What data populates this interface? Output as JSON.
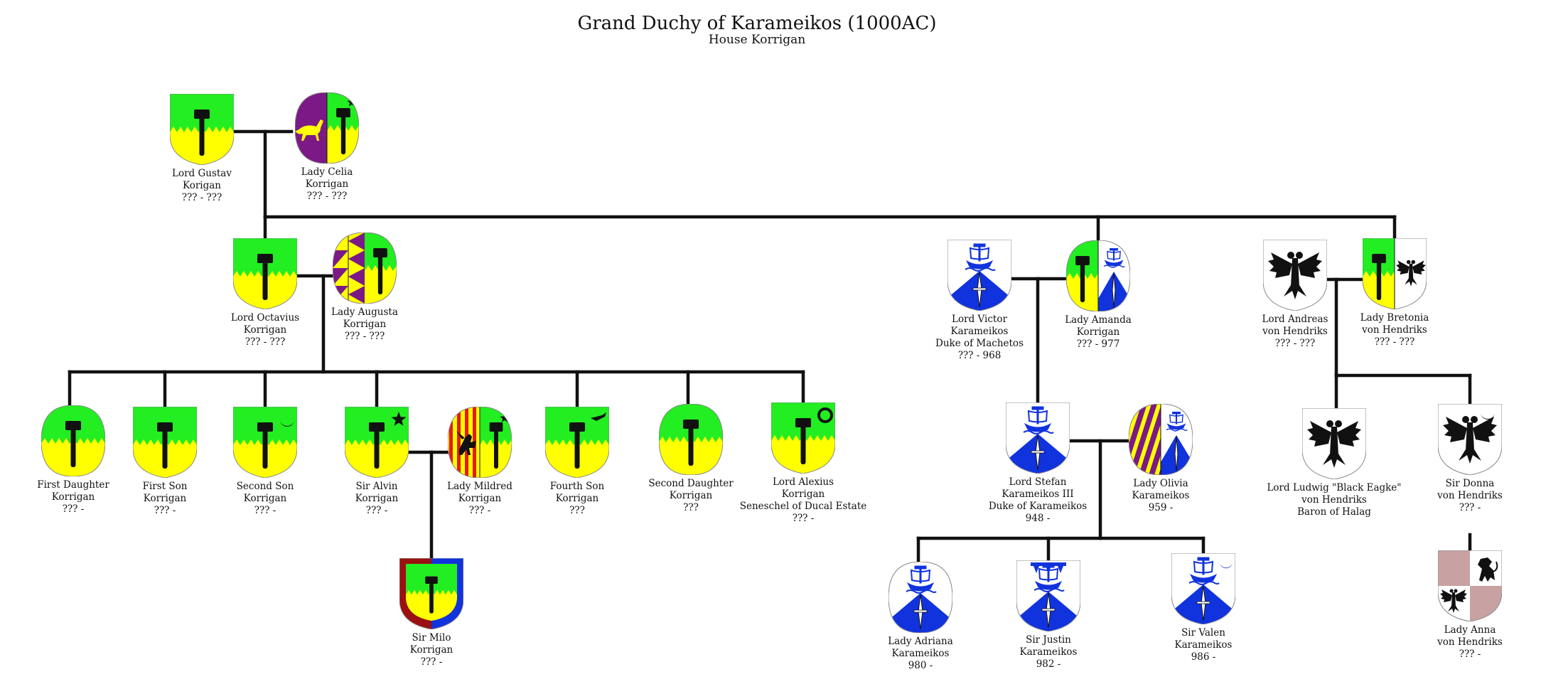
{
  "title": "Grand Duchy of Karameikos (1000AC)",
  "subtitle": "House Korrigan",
  "colors": {
    "green": "#22ee22",
    "yellow": "#ffff00",
    "purple": "#7b1a86",
    "blue": "#1133dd",
    "red": "#9b1010",
    "rose": "#c8a2a2",
    "ink": "#111111"
  },
  "people": [
    {
      "id": "gustav",
      "arms": "korrigan",
      "lines": [
        "Lord Gustav",
        "Korigan",
        "??? - ???"
      ]
    },
    {
      "id": "celia",
      "arms": "celia",
      "lines": [
        "Lady Celia",
        "Korrigan",
        "??? - ???"
      ]
    },
    {
      "id": "octavius",
      "arms": "korrigan",
      "lines": [
        "Lord Octavius",
        "Korrigan",
        "??? - ???"
      ]
    },
    {
      "id": "augusta",
      "arms": "augusta",
      "lines": [
        "Lady Augusta",
        "Korrigan",
        "??? - ???"
      ]
    },
    {
      "id": "first-daughter",
      "arms": "korrigan",
      "lines": [
        "First Daughter",
        "Korrigan",
        "??? -"
      ]
    },
    {
      "id": "first-son",
      "arms": "korrigan",
      "lines": [
        "First Son",
        "Korrigan",
        "??? -"
      ]
    },
    {
      "id": "second-son",
      "arms": "korrigan-crescent",
      "lines": [
        "Second Son",
        "Korrigan",
        "??? -"
      ]
    },
    {
      "id": "alvin",
      "arms": "korrigan-star",
      "lines": [
        "Sir Alvin",
        "Korrigan",
        "??? -"
      ]
    },
    {
      "id": "mildred",
      "arms": "mildred",
      "lines": [
        "Lady Mildred",
        "Korrigan",
        "??? -"
      ]
    },
    {
      "id": "fourth-son",
      "arms": "korrigan-martlet",
      "lines": [
        "Fourth Son",
        "Korrigan",
        "???"
      ]
    },
    {
      "id": "second-daughter",
      "arms": "korrigan",
      "lines": [
        "Second Daughter",
        "Korrigan",
        "???"
      ]
    },
    {
      "id": "alexius",
      "arms": "korrigan-annulet",
      "lines": [
        "Lord Alexius",
        "Korrigan",
        "Seneschel of Ducal Estate",
        "??? -"
      ]
    },
    {
      "id": "milo",
      "arms": "milo",
      "lines": [
        "Sir Milo",
        "Korrigan",
        "??? -"
      ]
    },
    {
      "id": "victor",
      "arms": "karameikos",
      "lines": [
        "Lord Victor",
        "Karameikos",
        "Duke of Machetos",
        "??? - 968"
      ]
    },
    {
      "id": "amanda",
      "arms": "amanda",
      "lines": [
        "Lady Amanda",
        "Korrigan",
        "??? - 977"
      ]
    },
    {
      "id": "stefan",
      "arms": "karameikos",
      "lines": [
        "Lord Stefan",
        "Karameikos III",
        "Duke of Karameikos",
        "948 -"
      ]
    },
    {
      "id": "olivia",
      "arms": "olivia",
      "lines": [
        "Lady Olivia",
        "Karameikos",
        "959 -"
      ]
    },
    {
      "id": "adriana",
      "arms": "karameikos",
      "lines": [
        "Lady Adriana",
        "Karameikos",
        "980 -"
      ]
    },
    {
      "id": "justin",
      "arms": "karameikos-label",
      "lines": [
        "Sir Justin",
        "Karameikos",
        "982 -"
      ]
    },
    {
      "id": "valen",
      "arms": "karameikos-crescent",
      "lines": [
        "Sir Valen",
        "Karameikos",
        "986 -"
      ]
    },
    {
      "id": "andreas",
      "arms": "hendriks",
      "lines": [
        "Lord Andreas",
        "von Hendriks",
        "??? - ???"
      ]
    },
    {
      "id": "bretonia",
      "arms": "bretonia",
      "lines": [
        "Lady Bretonia",
        "von Hendriks",
        "??? - ???"
      ]
    },
    {
      "id": "ludwig",
      "arms": "hendriks",
      "lines": [
        "Lord Ludwig \"Black Eagke\"",
        "von Hendriks",
        "Baron of Halag"
      ]
    },
    {
      "id": "donna",
      "arms": "hendriks-crescent",
      "lines": [
        "Sir Donna",
        "von Hendriks",
        "??? -"
      ]
    },
    {
      "id": "anna",
      "arms": "anna",
      "lines": [
        "Lady Anna",
        "von Hendriks",
        "??? -"
      ]
    }
  ]
}
